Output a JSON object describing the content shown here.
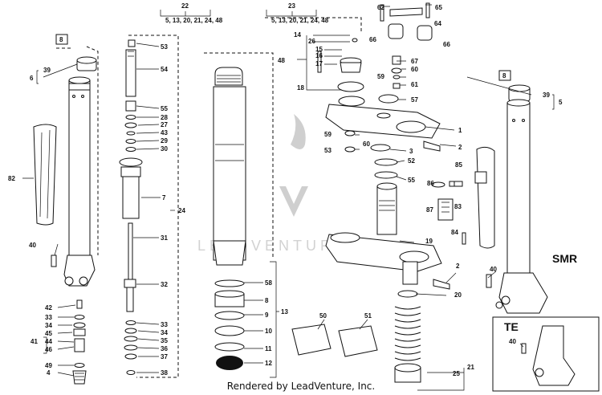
{
  "title": "",
  "watermark": "LEADVENTURE",
  "credit": "Rendered by LeadVenture, Inc.",
  "labels": {
    "l22": "22",
    "l22_sub": "5, 13, 20, 21, 24, 48",
    "l23": "23",
    "l23_sub": "5, 13, 20, 21, 24, 48",
    "l62": "62",
    "l65": "65",
    "l64": "64",
    "l66a": "66",
    "l66b": "66",
    "l14": "14",
    "l26": "26",
    "l15": "15",
    "l16": "16",
    "l48": "48",
    "l17": "17",
    "l67": "67",
    "l60a": "60",
    "l59a": "59",
    "l61": "61",
    "l18": "18",
    "l57": "57",
    "l1": "1",
    "l59b": "59",
    "l60b": "60",
    "l53b": "53",
    "l2a": "2",
    "l3": "3",
    "l52": "52",
    "l55": "55",
    "l86": "86",
    "l85": "85",
    "l87": "87",
    "l83": "83",
    "l84": "84",
    "l19": "19",
    "l2b": "2",
    "l20": "20",
    "l21": "21",
    "l25": "25",
    "l8a": "8",
    "l39a": "39",
    "l6": "6",
    "l82": "82",
    "l40a": "40",
    "l42": "42",
    "l33a": "33",
    "l34a": "34",
    "l45": "45",
    "l41": "41",
    "l44": "44",
    "l46": "46",
    "l49": "49",
    "l4": "4",
    "l53a": "53",
    "l54": "54",
    "l55b": "55",
    "l28": "28",
    "l27": "27",
    "l43": "43",
    "l29": "29",
    "l30": "30",
    "l7": "7",
    "l24": "24",
    "l31": "31",
    "l32": "32",
    "l33b": "33",
    "l34b": "34",
    "l35": "35",
    "l36": "36",
    "l37": "37",
    "l38": "38",
    "l58": "58",
    "l8b": "8",
    "l9": "9",
    "l10": "10",
    "l11": "11",
    "l12": "12",
    "l13": "13",
    "l50": "50",
    "l51": "51",
    "l8c": "8",
    "l39b": "39",
    "l5": "5",
    "l40b": "40",
    "smr": "SMR",
    "te": "TE",
    "l40c": "40"
  }
}
